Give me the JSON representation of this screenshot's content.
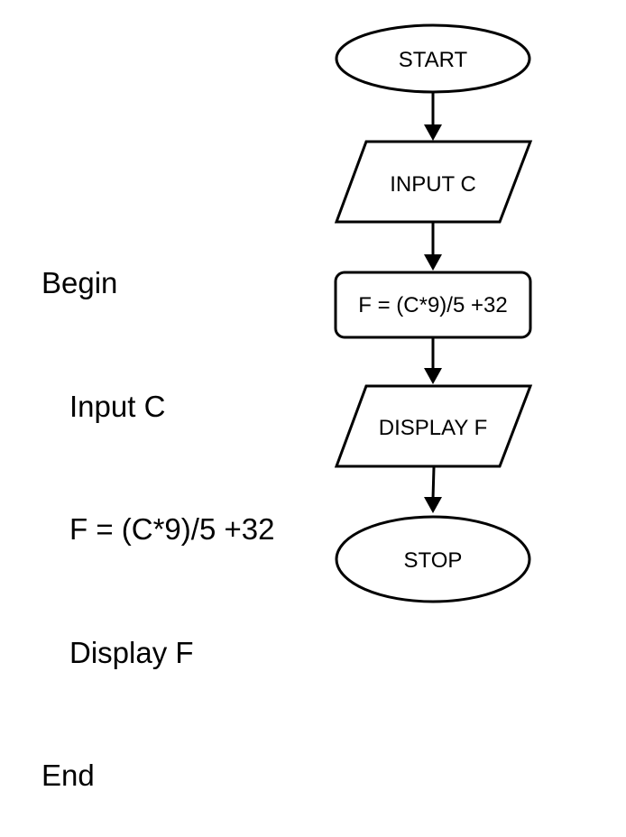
{
  "pseudocode": {
    "lines": [
      "Begin",
      "Input C",
      "F = (C*9)/5 +32",
      "Display F",
      "End"
    ]
  },
  "flowchart": {
    "start_label": "START",
    "input_label": "INPUT C",
    "process_label": "F = (C*9)/5 +32",
    "output_label": "DISPLAY F",
    "stop_label": "STOP"
  },
  "colors": {
    "stroke": "#000000",
    "fill": "#ffffff",
    "text": "#000000"
  }
}
